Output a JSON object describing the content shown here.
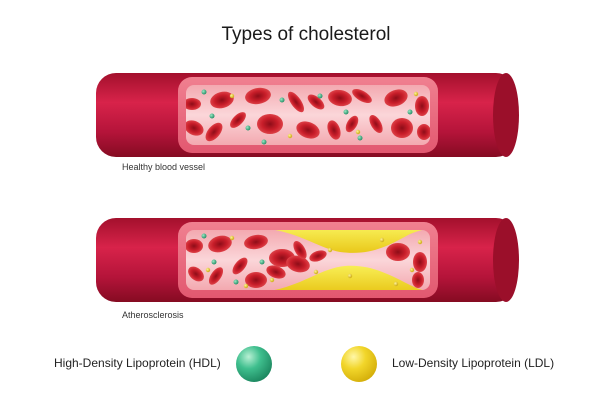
{
  "title": "Types of cholesterol",
  "vessels": [
    {
      "caption": "Healthy blood vessel"
    },
    {
      "caption": "Atherosclerosis"
    }
  ],
  "legend": {
    "hdl": {
      "label": "High-Density Lipoprotein (HDL)",
      "color": "#2fae7e"
    },
    "ldl": {
      "label": "Low-Density Lipoprotein (LDL)",
      "color": "#e8c81a"
    }
  },
  "colors": {
    "vessel_wall": "#c41a3c",
    "vessel_inner": "#f7c2c6",
    "blood_cell": "#cc1f2c",
    "plaque": "#f4e01c"
  }
}
